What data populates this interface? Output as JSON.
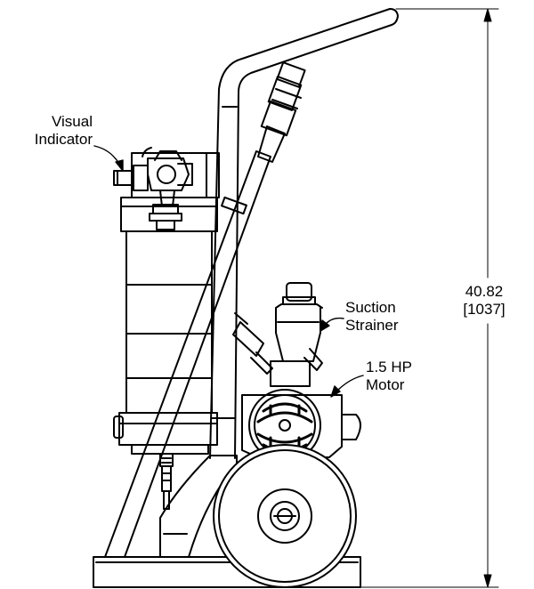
{
  "callouts": {
    "visual_indicator": [
      "Visual",
      "Indicator"
    ],
    "suction_strainer": [
      "Suction",
      "Strainer"
    ],
    "motor": [
      "1.5 HP",
      "Motor"
    ]
  },
  "dimension": {
    "value": "40.82",
    "metric": "[1037]"
  },
  "colors": {
    "line": "#000000",
    "background": "#ffffff"
  }
}
